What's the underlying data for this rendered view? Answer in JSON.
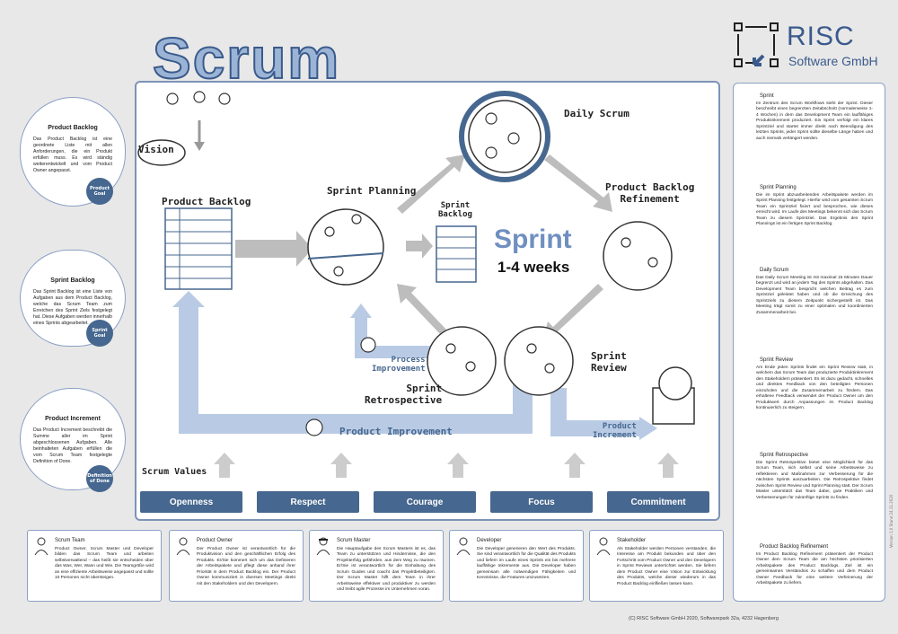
{
  "title": "Scrum",
  "logo": {
    "name": "RISC",
    "sub": "Software GmbH"
  },
  "board": {
    "vision": "Vision",
    "product_backlog": "Product Backlog",
    "sprint_planning": "Sprint Planning",
    "sprint_backlog": "Sprint\nBacklog",
    "daily_scrum": "Daily Scrum",
    "pbr": "Product Backlog\nRefinement",
    "sprint": "Sprint",
    "weeks": "1-4 weeks",
    "process_improvement": "Process\nImprovement",
    "sprint_retrospective": "Sprint\nRetrospective",
    "sprint_review": "Sprint\nReview",
    "product_improvement": "Product Improvement",
    "product_increment": "Product\nIncrement",
    "scrum_values": "Scrum Values",
    "values": [
      "Openness",
      "Respect",
      "Courage",
      "Focus",
      "Commitment"
    ]
  },
  "left_cards": [
    {
      "title": "Product Backlog",
      "text": "Das Product Backlog ist eine geordnete Liste mit allen Anforderungen, die ein Produkt erfüllen muss. Es wird ständig weiterentwickelt und vom Product Owner angepasst.",
      "badge": "Product Goal"
    },
    {
      "title": "Sprint Backlog",
      "text": "Das Sprint Backlog ist eine Liste von Aufgaben aus dem Product Backlog, welche das Scrum Team zum Erreichen des Sprint Ziels festgelegt hat. Diese Aufgaben werden innerhalb eines Sprints abgearbeitet.",
      "badge": "Sprint Goal"
    },
    {
      "title": "Product Increment",
      "text": "Das Product Increment beschreibt die Summe aller im Sprint abgeschlossenen Aufgaben. Alle beinhalteten Aufgaben erfüllen die vom Scrum Team festgelegte Definition of Done.",
      "badge": "Definition of Done"
    }
  ],
  "right_sections": [
    {
      "title": "Sprint",
      "text": "Im Zentrum des Scrum Workflows steht der Sprint. Dieser beschreibt einen begrenzten Zeitabschnitt (normalerweise 1-4 Wochen) in dem das Development Team ein lauffähiges Produktinkrement produziert. Ein Sprint verfolgt ein klares Sprintziel und startet immer direkt nach Beendigung des letzten Sprints, jeder Sprint sollte dieselbe Länge haben und auch niemals verlängert werden."
    },
    {
      "title": "Sprint Planning",
      "text": "Die im Sprint abzuarbeitenden Arbeitspakete werden im Sprint Planning festgelegt. Hierfür wird vom gesamten Scrum Team ein Sprintziel fixiert und besprochen, wie dieses erreicht wird. Im Laufe des Meetings bekennt sich das Scrum Team zu diesem Sprintziel. Das Ergebnis des Sprint Plannings ist ein fertiges Sprint Backlog."
    },
    {
      "title": "Daily Scrum",
      "text": "Das Daily Scrum Meeting ist mit maximal 15 Minuten Dauer begrenzt und wird an jedem Tag des Sprints abgehalten. Das Development Team bespricht welchen Beitrag es zum Sprintziel geleistet haben und ob die Erreichung des Sprintziels zu diesem Zeitpunkt sichergestellt ist. Das Meeting trägt somit zu einer optimalen und koordinierten Zusammenarbeit bei."
    },
    {
      "title": "Sprint Review",
      "text": "Am Ende jeden Sprints findet ein Sprint Review statt, in welchem das Scrum Team das produzierte Produktinkrement den Stakeholdern präsentiert. Es ist dazu gedacht, schnelles und direktes Feedback von den beteiligten Personen einzuholen und die Zusammenarbeit zu fördern. Das erhaltene Feedback verwendet der Product Owner um den Produktwert durch Anpassungen im Product Backlog kontinuierlich zu steigern."
    },
    {
      "title": "Sprint Retrospective",
      "text": "Die Sprint Retrospektive bietet eine Möglichkeit für das Scrum Team, sich selbst und seine Arbeitsweise zu reflektieren und Maßnahmen zur Verbesserung für die nächsten Sprints auszuarbeiten. Die Retrospektive findet zwischen Sprint Review und Sprint Planning statt. Der Scrum Master unterstützt das Team dabei, gute Praktiken und Verbesserungen für zukünftige Sprints zu finden."
    },
    {
      "title": "Product Backlog Refinement",
      "text": "Im Product Backlog Refinement präsentiert der Product Owner dem Scrum Team die am höchsten priorisierten Arbeitspakete des Product Backlogs. Ziel ist ein gemeinsames Verständnis zu schaffen und dem Product Owner Feedback für eine weitere Verfeinerung der Arbeitspakete zu liefern."
    }
  ],
  "roles": [
    {
      "title": "Scrum Team",
      "text": "Product Owner, Scrum Master und Developer bilden das Scrum Team und arbeiten selbstverwaltend – das heißt sie entscheiden über das Was, Wer, Wann und Wie. Die Teamgröße wird an eine effiziente Arbeitsweise angepasst und sollte 10 Personen nicht übersteigen."
    },
    {
      "title": "Product Owner",
      "text": "Der Product Owner ist verantwortlich für die Produktvision und den geschäftlichen Erfolg des Produkts. Er/Sie kümmert sich um das Definieren der Arbeitspakete und pflegt diese anhand ihrer Priorität in dem Product Backlog ein. Der Product Owner kommuniziert in diversen Meetings direkt mit den Stakeholdern und den Developern."
    },
    {
      "title": "Scrum Master",
      "text": "Die Hauptaufgabe des Scrum Masters ist es, das Team zu unterstützen und Hindernisse, die den Projekterfolg gefährden, aus dem Weg zu räumen. Er/Sie ist verantwortlich für die Einhaltung des Scrum Guides und coacht das Projektbeteiligten. Der Scrum Master hilft dem Team in ihrer Arbeitsweise effektiver und produktiver zu werden und treibt agile Prozesse im Unternehmen voran."
    },
    {
      "title": "Developer",
      "text": "Die Developer generieren den Wert des Produkts. Sie sind verantwortlich für die Qualität des Produkts und liefern im Laufe eines Sprints ein bis mehrere lauffähige Inkremente aus. Die Developer haben gemeinsam alle notwendigen Fähigkeiten und Kenntnisse, die Features umzusetzen."
    },
    {
      "title": "Stakeholder",
      "text": "Als Stakeholder werden Personen verstanden, die Interesse am Produkt bekunden und über den Fortschritt vom Product Owner und den Developern in Sprint Reviews unterrichtet werden. Sie liefern dem Product Owner eine Vision zur Entwicklung des Produkts, welche dieser wiederum in das Product Backlog einfließen lassen kann."
    }
  ],
  "copyright": "(C) RISC Software GmbH 2020, Softwarepark 32a, 4232 Hagenberg",
  "version": "Version 1.0 Stand 24.11.2020",
  "colors": {
    "accent": "#46678f",
    "light": "#b9cbe4",
    "title": "#9bb4d6"
  }
}
